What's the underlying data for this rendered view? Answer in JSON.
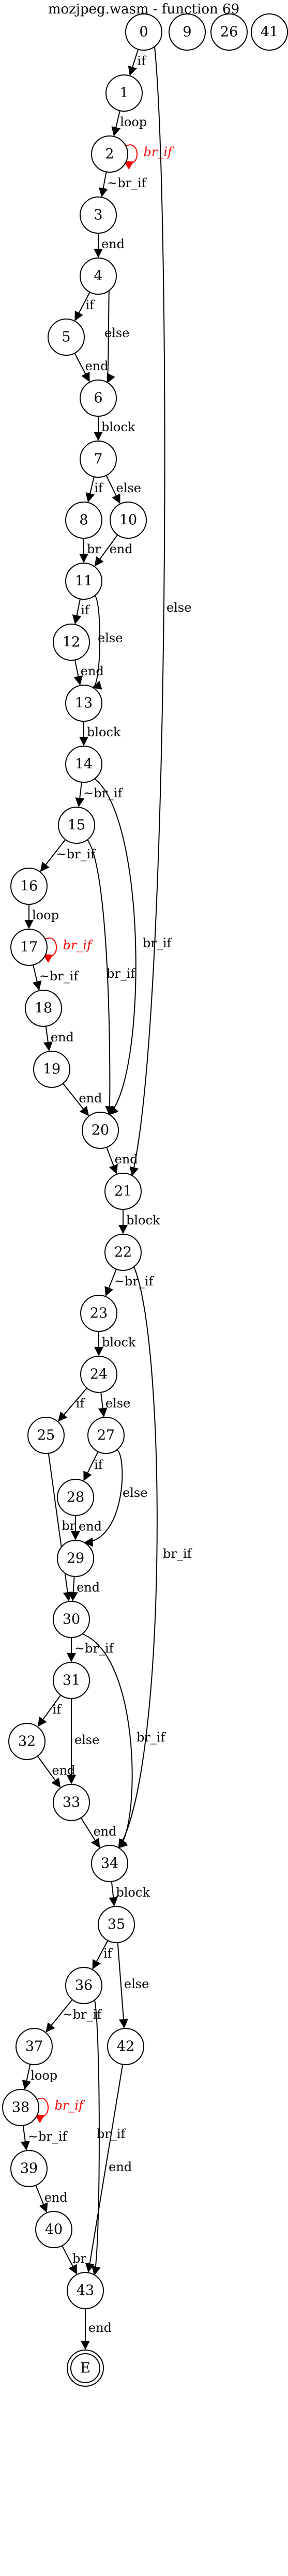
{
  "title": "mozjpeg.wasm - function 69",
  "colors": {
    "back_edge": "#ff0000",
    "stroke": "#000000",
    "background": "#ffffff"
  },
  "nodes": [
    "0",
    "9",
    "26",
    "41",
    "1",
    "2",
    "3",
    "4",
    "5",
    "6",
    "7",
    "8",
    "10",
    "11",
    "12",
    "13",
    "14",
    "15",
    "16",
    "17",
    "18",
    "19",
    "20",
    "21",
    "22",
    "23",
    "24",
    "25",
    "27",
    "28",
    "29",
    "30",
    "31",
    "32",
    "33",
    "34",
    "35",
    "36",
    "37",
    "38",
    "39",
    "40",
    "42",
    "43",
    "E"
  ],
  "edges": [
    {
      "from": "0",
      "to": "1",
      "label": "if"
    },
    {
      "from": "0",
      "to": "21",
      "label": "else"
    },
    {
      "from": "1",
      "to": "2",
      "label": "loop"
    },
    {
      "from": "2",
      "to": "2",
      "label": "br_if",
      "back": true
    },
    {
      "from": "2",
      "to": "3",
      "label": "~br_if"
    },
    {
      "from": "3",
      "to": "4",
      "label": "end"
    },
    {
      "from": "4",
      "to": "5",
      "label": "if"
    },
    {
      "from": "4",
      "to": "6",
      "label": "else"
    },
    {
      "from": "5",
      "to": "6",
      "label": "end"
    },
    {
      "from": "6",
      "to": "7",
      "label": "block"
    },
    {
      "from": "7",
      "to": "8",
      "label": "if"
    },
    {
      "from": "7",
      "to": "10",
      "label": "else"
    },
    {
      "from": "8",
      "to": "11",
      "label": "br"
    },
    {
      "from": "10",
      "to": "11",
      "label": "end"
    },
    {
      "from": "11",
      "to": "12",
      "label": "if"
    },
    {
      "from": "11",
      "to": "13",
      "label": "else"
    },
    {
      "from": "12",
      "to": "13",
      "label": "end"
    },
    {
      "from": "13",
      "to": "14",
      "label": "block"
    },
    {
      "from": "14",
      "to": "15",
      "label": "~br_if"
    },
    {
      "from": "14",
      "to": "20",
      "label": "br_if"
    },
    {
      "from": "15",
      "to": "16",
      "label": "~br_if"
    },
    {
      "from": "15",
      "to": "20",
      "label": "br_if"
    },
    {
      "from": "16",
      "to": "17",
      "label": "loop"
    },
    {
      "from": "17",
      "to": "17",
      "label": "br_if",
      "back": true
    },
    {
      "from": "17",
      "to": "18",
      "label": "~br_if"
    },
    {
      "from": "18",
      "to": "19",
      "label": "end"
    },
    {
      "from": "19",
      "to": "20",
      "label": "end"
    },
    {
      "from": "20",
      "to": "21",
      "label": "end"
    },
    {
      "from": "21",
      "to": "22",
      "label": "block"
    },
    {
      "from": "22",
      "to": "23",
      "label": "~br_if"
    },
    {
      "from": "22",
      "to": "34",
      "label": "br_if"
    },
    {
      "from": "23",
      "to": "24",
      "label": "block"
    },
    {
      "from": "24",
      "to": "25",
      "label": "if"
    },
    {
      "from": "24",
      "to": "27",
      "label": "else"
    },
    {
      "from": "25",
      "to": "30",
      "label": "br"
    },
    {
      "from": "27",
      "to": "28",
      "label": "if"
    },
    {
      "from": "27",
      "to": "29",
      "label": "else"
    },
    {
      "from": "28",
      "to": "29",
      "label": "end"
    },
    {
      "from": "29",
      "to": "30",
      "label": "end"
    },
    {
      "from": "30",
      "to": "31",
      "label": "~br_if"
    },
    {
      "from": "30",
      "to": "34",
      "label": "br_if"
    },
    {
      "from": "31",
      "to": "32",
      "label": "if"
    },
    {
      "from": "31",
      "to": "33",
      "label": "else"
    },
    {
      "from": "32",
      "to": "33",
      "label": "end"
    },
    {
      "from": "33",
      "to": "34",
      "label": "end"
    },
    {
      "from": "34",
      "to": "35",
      "label": "block"
    },
    {
      "from": "35",
      "to": "36",
      "label": "if"
    },
    {
      "from": "35",
      "to": "42",
      "label": "else"
    },
    {
      "from": "36",
      "to": "37",
      "label": "~br_if"
    },
    {
      "from": "36",
      "to": "43",
      "label": "br_if"
    },
    {
      "from": "37",
      "to": "38",
      "label": "loop"
    },
    {
      "from": "38",
      "to": "38",
      "label": "br_if",
      "back": true
    },
    {
      "from": "38",
      "to": "39",
      "label": "~br_if"
    },
    {
      "from": "39",
      "to": "40",
      "label": "end"
    },
    {
      "from": "40",
      "to": "43",
      "label": "br"
    },
    {
      "from": "42",
      "to": "43",
      "label": "end"
    },
    {
      "from": "43",
      "to": "E",
      "label": "end"
    }
  ]
}
